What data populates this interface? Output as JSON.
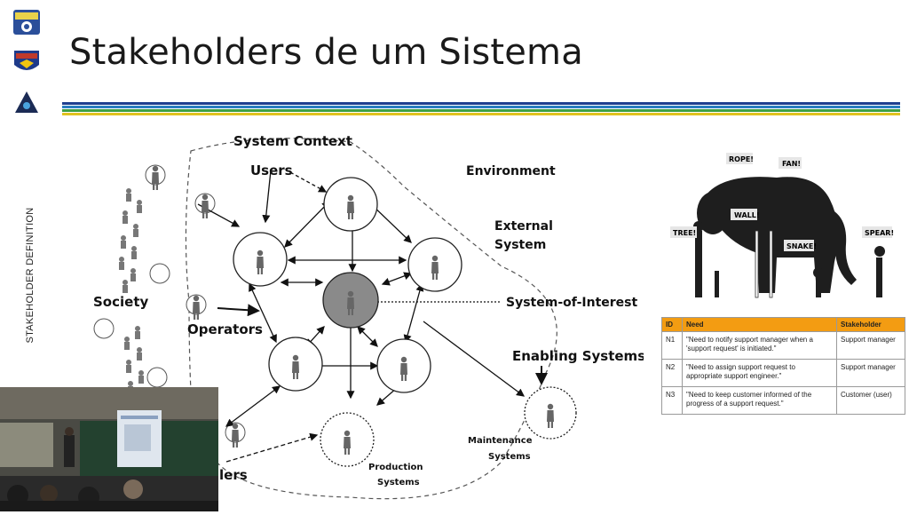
{
  "slide": {
    "title": "Stakeholders de um Sistema",
    "side_label": "STAKEHOLDER DEFINITION",
    "stripe_colors": [
      "#1f3f8f",
      "#2a7dc0",
      "#3ea043",
      "#e0c21f"
    ]
  },
  "diagram": {
    "system_context": "System Context",
    "environment": "Environment",
    "users": "Users",
    "external_system_line1": "External",
    "external_system_line2": "System",
    "society": "Society",
    "operators": "Operators",
    "system_of_interest": "System-of-Interest",
    "enabling_systems": "Enabling Systems",
    "maintenance_line1": "Maintenance",
    "maintenance_line2": "Systems",
    "production_line1": "Production",
    "production_line2": "Systems",
    "cutoff_label": "lers"
  },
  "elephant": {
    "bubbles": [
      "ROPE!",
      "FAN!",
      "WALL!",
      "TREE!",
      "SPEAR!",
      "SNAKE!"
    ]
  },
  "needs_table": {
    "headers": [
      "ID",
      "Need",
      "Stakeholder"
    ],
    "rows": [
      {
        "id": "N1",
        "need": "\"Need to notify support manager when a 'support request' is initiated.\"",
        "stakeholder": "Support manager"
      },
      {
        "id": "N2",
        "need": "\"Need to assign support request to appropriate support engineer.\"",
        "stakeholder": "Support manager"
      },
      {
        "id": "N3",
        "need": "\"Need to keep customer informed of the progress of a support request.\"",
        "stakeholder": "Customer (user)"
      }
    ]
  }
}
